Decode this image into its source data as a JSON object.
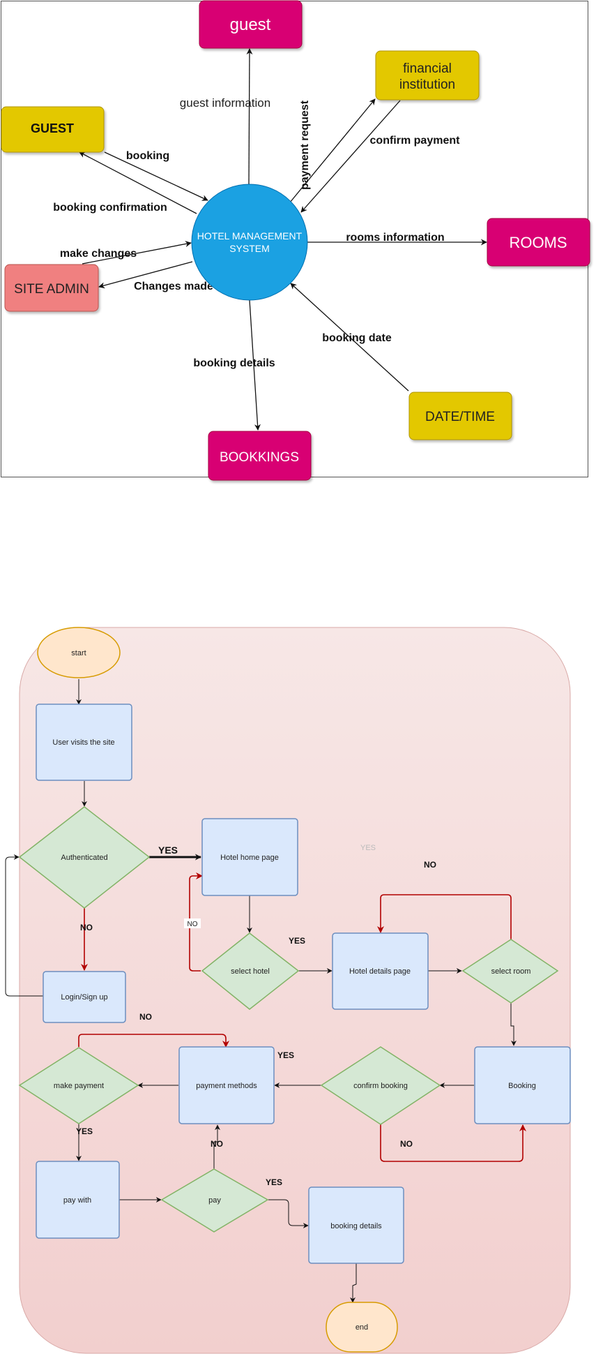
{
  "dfd": {
    "center": "HOTEL MANAGEMENT SYSTEM",
    "center_lines": [
      "HOTEL MANAGEMENT",
      "SYSTEM"
    ],
    "entities": {
      "guest_top": "guest",
      "guest_left": "GUEST",
      "financial": "financial institution",
      "financial_lines": [
        "financial",
        "institution"
      ],
      "rooms": "ROOMS",
      "site_admin": "SITE ADMIN",
      "bookings": "BOOKKINGS",
      "datetime": "DATE/TIME"
    },
    "flows": {
      "guest_information": "guest information",
      "payment_request": "payment request",
      "confirm_payment": "confirm payment",
      "booking": "booking",
      "booking_confirmation": "booking confirmation",
      "make_changes": "make changes",
      "changes_made": "Changes made",
      "rooms_information": "rooms information",
      "booking_date": "booking date",
      "booking_details": "booking details"
    },
    "colors": {
      "magenta": "#d80073",
      "yellow": "#e3c800",
      "blue": "#1ba1e2",
      "admin_red": "#f08080"
    }
  },
  "flowchart": {
    "nodes": {
      "start": "start",
      "user_visits": "User visits the site",
      "authenticated": "Authenticated",
      "hotel_home": "Hotel home page",
      "login": "Login/Sign up",
      "select_hotel": "select hotel",
      "hotel_details": "Hotel details page",
      "select_room": "select room",
      "booking": "Booking",
      "confirm_booking": "confirm booking",
      "payment_methods": "payment methods",
      "make_payment": "make payment",
      "pay_with": "pay with",
      "pay": "pay",
      "booking_details": "booking details",
      "end": "end"
    },
    "edge_labels": {
      "yes_auth": "YES",
      "yes_faint": "YES",
      "no_top": "NO",
      "no_auth": "NO",
      "no_hotel": "NO",
      "yes_hotel": "YES",
      "no_login": "NO",
      "yes_confirm": "YES",
      "yes_make": "YES",
      "no_confirm": "NO",
      "no_pay": "NO",
      "yes_pay": "YES"
    },
    "colors": {
      "process_fill": "#dae8fc",
      "process_stroke": "#6c8ebf",
      "decision_fill": "#d5e8d4",
      "decision_stroke": "#82b366",
      "terminal_fill": "#ffe6cc",
      "terminal_stroke": "#d79b00",
      "loop_red": "#b20000",
      "container_stroke": "#b85450"
    }
  }
}
